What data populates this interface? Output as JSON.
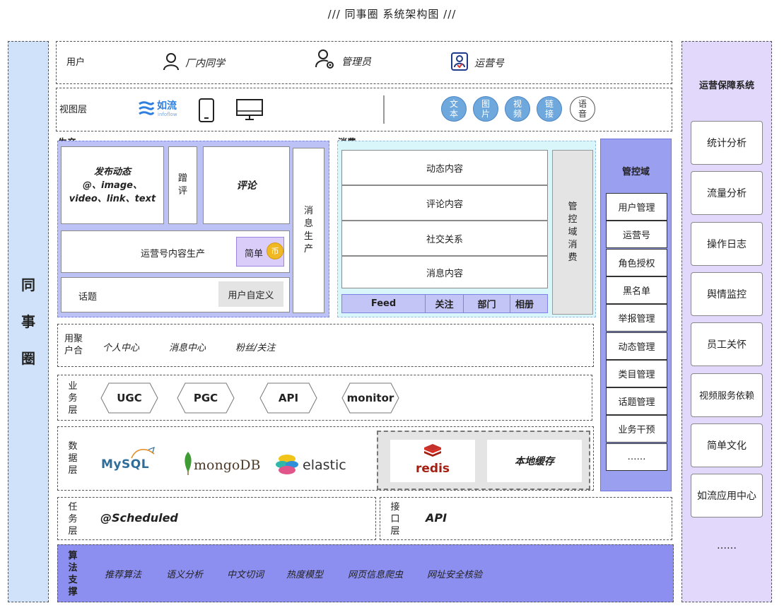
{
  "title": "/// 同事圈  系统架构图 ///",
  "left_banner": "同\n事\n圈",
  "users": {
    "label": "用户",
    "items": [
      "厂内同学",
      "管理员",
      "运营号"
    ]
  },
  "view": {
    "label": "视图层",
    "ruliu_name": "如流",
    "ruliu_sub": "infoflow",
    "circles": [
      "文本",
      "图片",
      "视频",
      "链接",
      "语音"
    ]
  },
  "produce": {
    "label": "生产",
    "publish": [
      "发布动态",
      "@、image、",
      "video、link、text"
    ],
    "rub": "蹭评",
    "comment": "评论",
    "msg_produce": "消息生产",
    "ops_content": "运营号内容生产",
    "simple": "简单",
    "coin": "币",
    "topic": "话题",
    "custom": "用户自定义"
  },
  "consume": {
    "label": "消费",
    "rows": [
      "动态内容",
      "评论内容",
      "社交关系",
      "消息内容"
    ],
    "tabs": [
      "Feed",
      "关注",
      "部门",
      "相册"
    ],
    "side": "管控域消费"
  },
  "control": {
    "title": "管控域",
    "items": [
      "用户管理",
      "运营号",
      "角色授权",
      "黑名单",
      "举报管理",
      "动态管理",
      "类目管理",
      "话题管理",
      "业务干预",
      "……"
    ]
  },
  "aggregate": {
    "label": "用聚\n户合",
    "items": [
      "个人中心",
      "消息中心",
      "粉丝/关注"
    ]
  },
  "business": {
    "label": "业务层",
    "items": [
      "UGC",
      "PGC",
      "API",
      "monitor"
    ]
  },
  "data": {
    "label": "数据层",
    "mysql": "MySQL",
    "mongo": "mongoDB",
    "elastic": "elastic",
    "redis": "redis",
    "cache": "本地缓存"
  },
  "task": {
    "label": "任务层",
    "value": "@Scheduled"
  },
  "iface": {
    "label": "接口层",
    "value": "API"
  },
  "algo": {
    "label": "算法支撑",
    "items": [
      "推荐算法",
      "语义分析",
      "中文切词",
      "热度模型",
      "网页信息爬虫",
      "网址安全核验"
    ]
  },
  "ops": {
    "title": "运营保障系统",
    "items": [
      "统计分析",
      "流量分析",
      "操作日志",
      "舆情监控",
      "员工关怀",
      "视频服务依赖",
      "简单文化",
      "如流应用中心",
      "……"
    ]
  },
  "colors": {
    "left_banner_bg": "#cfe2f9",
    "produce_bg": "#bcc2f5",
    "consume_bg": "#d9f7fa",
    "control_bg": "#9a9ff0",
    "algo_bg": "#8c8ff0",
    "ops_bg": "#e2d8fb",
    "circle_blue": "#6fa8dc"
  }
}
